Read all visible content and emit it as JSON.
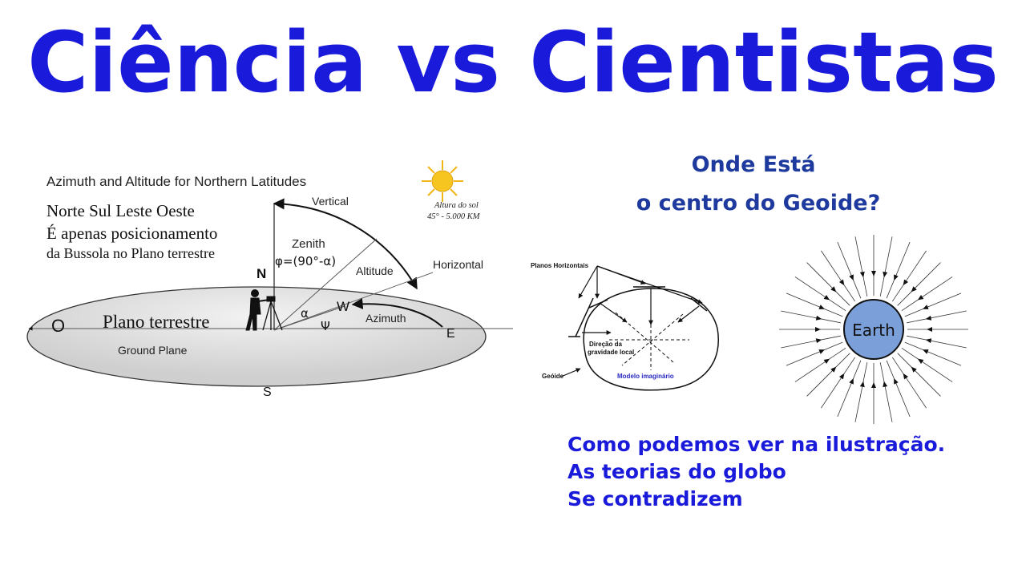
{
  "title": "Ciência vs Cientistas",
  "left_diagram": {
    "heading": "Azimuth and Altitude for Northern Latitudes",
    "note_lines": [
      "Norte Sul Leste Oeste",
      "É apenas posicionamento",
      "da Bussola no Plano terrestre"
    ],
    "sun_caption": [
      "Altura do sol",
      "45° - 5.000 KM"
    ],
    "vertical": "Vertical",
    "zenith": "Zenith",
    "zenith_formula": "φ=(90°-α)",
    "altitude": "Altitude",
    "horizontal": "Horizontal",
    "north": "N",
    "south": "S",
    "east": "E",
    "west": "W",
    "alpha": "α",
    "psi": "Ψ",
    "azimuth": "Azimuth",
    "plano": "Plano terrestre",
    "ground": "Ground Plane",
    "o_label": "O"
  },
  "geoid": {
    "question": [
      "Onde Está",
      "o centro do Geoide?"
    ],
    "planos": "Planos Horizontais",
    "direcao": [
      "Direção da",
      "gravidade local"
    ],
    "geoide": "Geóide",
    "modelo": "Modelo imaginário"
  },
  "earth": {
    "label": "Earth",
    "fill_color": "#7b9fd8"
  },
  "caption_lines": [
    "Como podemos ver na ilustração.",
    "As teorias do globo",
    "Se contradizem"
  ],
  "colors": {
    "title": "#1a1adb",
    "question": "#1e3a9e"
  }
}
